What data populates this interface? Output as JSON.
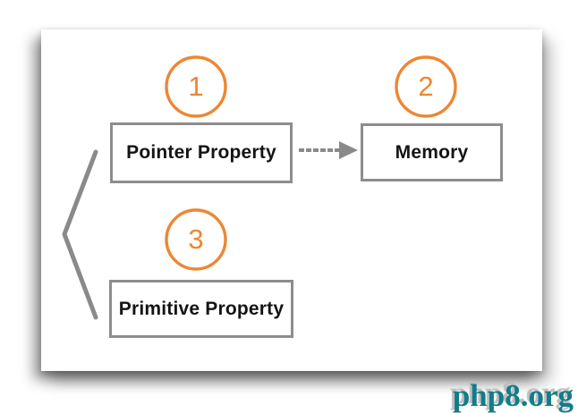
{
  "canvas": {
    "background_color": "#ffffff",
    "card_color": "#ffffff"
  },
  "diagram": {
    "accent_color": "#ed8733",
    "line_color": "#8a8a8a",
    "box_border_color": "#8d8d8d",
    "text_color": "#141414",
    "steps": [
      {
        "number": "1",
        "label": "Pointer Property"
      },
      {
        "number": "2",
        "label": "Memory"
      },
      {
        "number": "3",
        "label": "Primitive Property"
      }
    ],
    "connector": {
      "icon": "right-arrow-icon",
      "from": "Pointer Property",
      "to": "Memory"
    },
    "grouping": {
      "icon": "left-chevron-icon",
      "spans": [
        "Pointer Property",
        "Primitive Property"
      ]
    }
  },
  "watermark": {
    "text": "php8.org",
    "color": "#117d8a"
  }
}
